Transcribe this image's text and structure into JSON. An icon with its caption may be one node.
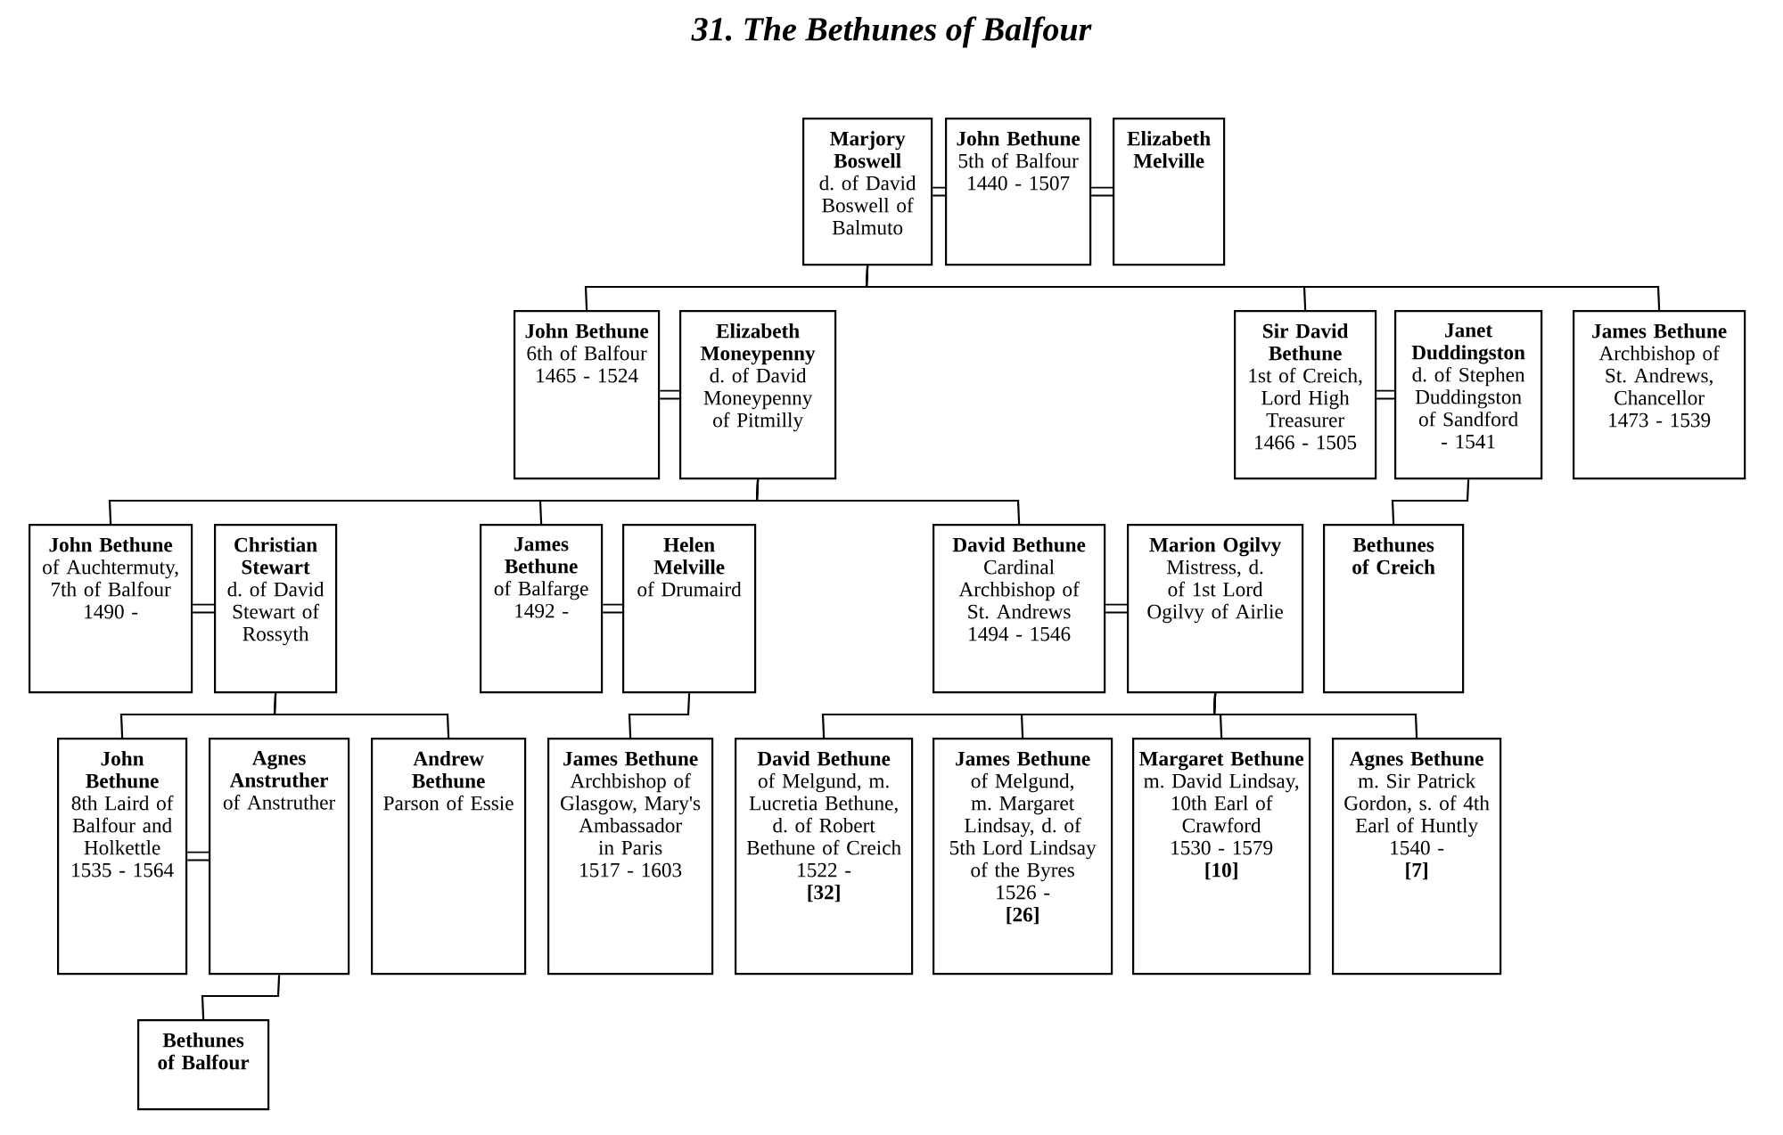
{
  "diagram": {
    "title": "31.  The Bethunes of Balfour",
    "nodes": [
      {
        "text": [
          "Marjory Boswell",
          "d. of David Boswell of Balmuto"
        ]
      },
      {
        "text": [
          "John Bethune",
          "5th of Balfour",
          "1440 - 1507"
        ]
      },
      {
        "text": [
          "Elizabeth Melville"
        ]
      },
      {
        "text": [
          "John Bethune",
          "6th of Balfour",
          "1465 - 1524"
        ]
      },
      {
        "text": [
          "Elizabeth Moneypenny",
          "d. of David Moneypenny of Pitmilly"
        ]
      },
      {
        "text": [
          "Sir David Bethune",
          "1st of Creich, Lord High Treasurer",
          "1466 - 1505"
        ]
      },
      {
        "text": [
          "Janet Duddingston",
          "d. of Stephen Duddingston of Sandford",
          "- 1541"
        ]
      },
      {
        "text": [
          "James Bethune",
          "Archbishop of St. Andrews, Chancellor",
          "1473 - 1539"
        ]
      },
      {
        "text": [
          "John Bethune",
          "of Auchtermuty, 7th of Balfour",
          "1490 -"
        ]
      },
      {
        "text": [
          "Christian Stewart",
          "d. of David Stewart of Rossyth"
        ]
      },
      {
        "text": [
          "James Bethune",
          "of Balfarge",
          "1492 -"
        ]
      },
      {
        "text": [
          "Helen Melville",
          "of Drumaird"
        ]
      },
      {
        "text": [
          "David Bethune",
          "Cardinal Archbishop of St. Andrews",
          "1494 - 1546"
        ]
      },
      {
        "text": [
          "Marion Ogilvy",
          "Mistress, d. of 1st Lord Ogilvy of Airlie"
        ]
      },
      {
        "text": [
          "Bethunes of Creich"
        ]
      },
      {
        "text": [
          "John Bethune",
          "8th Laird of Balfour and Holkettle",
          "1535 - 1564"
        ]
      },
      {
        "text": [
          "Agnes Anstruther",
          "of Anstruther"
        ]
      },
      {
        "text": [
          "Andrew Bethune",
          "Parson of Essie"
        ]
      },
      {
        "text": [
          "James Bethune",
          "Archbishop of Glasgow, Mary's Ambassador in Paris",
          "1517 - 1603"
        ]
      },
      {
        "text": [
          "David Bethune",
          "of Melgund, m. Lucretia Bethune, d. of Robert Bethune of Creich",
          "1522 -",
          "[32]"
        ]
      },
      {
        "text": [
          "James Bethune",
          "of Melgund, m. Margaret Lindsay, d. of 5th Lord Lindsay of the Byres",
          "1526 -",
          "[26]"
        ]
      },
      {
        "text": [
          "Margaret Bethune",
          "m. David Lindsay, 10th Earl of Crawford",
          "1530 - 1579",
          "[10]"
        ]
      },
      {
        "text": [
          "Agnes Bethune",
          "m. Sir Patrick Gordon, s. of 4th Earl of Huntly",
          "1540 -",
          "[7]"
        ]
      },
      {
        "text": [
          "Bethunes of Balfour"
        ]
      }
    ],
    "edges": [
      {
        "from": 0,
        "to": 1,
        "arrow": "none"
      },
      {
        "from": 1,
        "to": 2,
        "arrow": "none"
      },
      {
        "from": 0,
        "to": 3,
        "arrow": "none"
      },
      {
        "from": 0,
        "to": 5,
        "arrow": "none"
      },
      {
        "from": 0,
        "to": 7,
        "arrow": "none"
      },
      {
        "from": 3,
        "to": 4,
        "arrow": "none"
      },
      {
        "from": 5,
        "to": 6,
        "arrow": "none"
      },
      {
        "from": 4,
        "to": 8,
        "arrow": "none"
      },
      {
        "from": 4,
        "to": 10,
        "arrow": "none"
      },
      {
        "from": 4,
        "to": 12,
        "arrow": "none"
      },
      {
        "from": 6,
        "to": 14,
        "arrow": "none"
      },
      {
        "from": 8,
        "to": 9,
        "arrow": "none"
      },
      {
        "from": 10,
        "to": 11,
        "arrow": "none"
      },
      {
        "from": 12,
        "to": 13,
        "arrow": "none"
      },
      {
        "from": 9,
        "to": 15,
        "arrow": "none"
      },
      {
        "from": 9,
        "to": 17,
        "arrow": "none"
      },
      {
        "from": 11,
        "to": 18,
        "arrow": "none"
      },
      {
        "from": 13,
        "to": 19,
        "arrow": "none"
      },
      {
        "from": 13,
        "to": 20,
        "arrow": "none"
      },
      {
        "from": 13,
        "to": 21,
        "arrow": "none"
      },
      {
        "from": 13,
        "to": 22,
        "arrow": "none"
      },
      {
        "from": 15,
        "to": 16,
        "arrow": "none"
      },
      {
        "from": 16,
        "to": 23,
        "arrow": "none"
      }
    ]
  }
}
